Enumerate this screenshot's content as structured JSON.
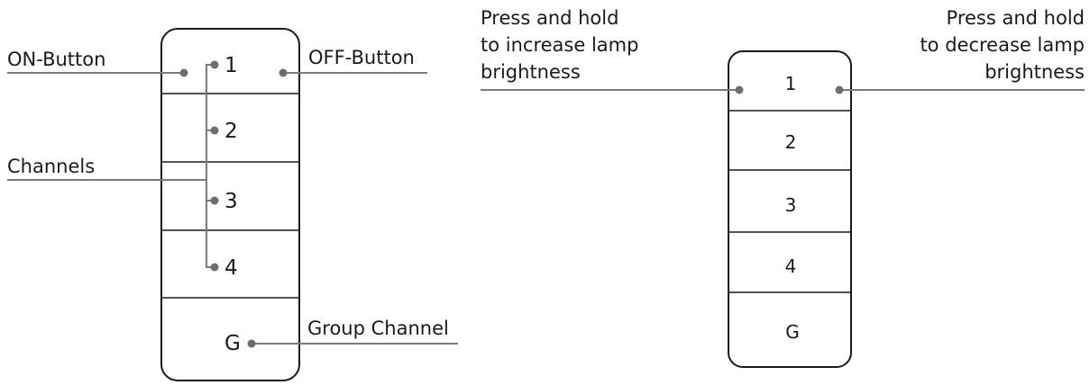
{
  "left_remote": {
    "buttons": [
      "1",
      "2",
      "3",
      "4",
      "G"
    ],
    "labels": {
      "on_button": "ON-Button",
      "off_button": "OFF-Button",
      "channels": "Channels",
      "group_channel": "Group Channel"
    }
  },
  "right_remote": {
    "buttons": [
      "1",
      "2",
      "3",
      "4",
      "G"
    ],
    "labels": {
      "increase": [
        "Press and hold",
        "to increase lamp",
        "brightness"
      ],
      "decrease": [
        "Press and hold",
        "to decrease lamp",
        "brightness"
      ]
    }
  }
}
